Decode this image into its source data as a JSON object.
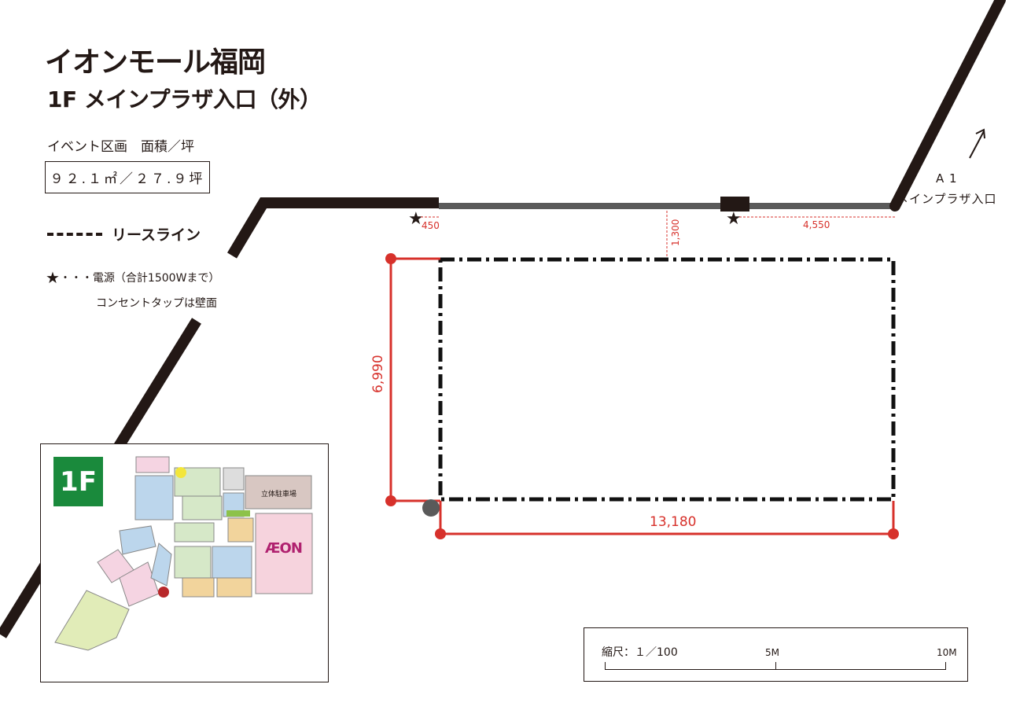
{
  "title": "イオンモール福岡",
  "subtitle": "1F メインプラザ入口（外）",
  "area_label": "イベント区画　面積／坪",
  "area_value": "９２.１㎡／２７.９坪",
  "legend": {
    "lease_line": "リースライン",
    "star": "★",
    "power": "・・・電源（合計1500Wまで）",
    "outlet": "コンセントタップは壁面"
  },
  "entrance": {
    "code": "A 1",
    "name": "メインプラザ入口"
  },
  "dimensions": {
    "left_offset": "450",
    "wall_gap": "1,300",
    "right_offset": "4,550",
    "depth": "6,990",
    "width": "13,180"
  },
  "minimap": {
    "floor": "1F",
    "parking": "立体駐車場",
    "anchor": "ÆON"
  },
  "scale": {
    "label": "縮尺：１／100",
    "mid": "5M",
    "end": "10M"
  },
  "colors": {
    "wall": "#231815",
    "dimension": "#d7312b",
    "glass": "#5a5a5a",
    "aeon": "#b0216f",
    "floor_badge": "#1a8a3c"
  }
}
